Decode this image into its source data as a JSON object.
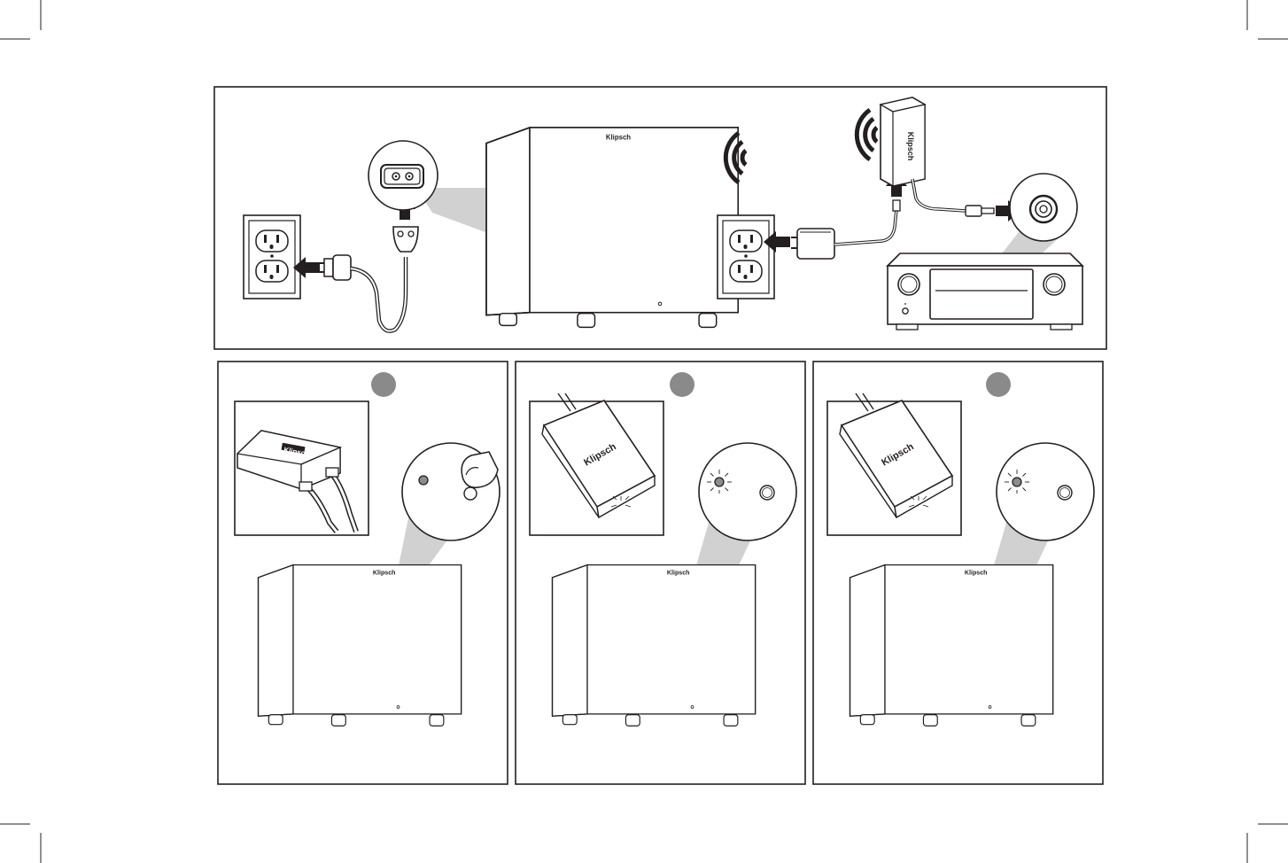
{
  "brand": {
    "logo_text": "Klipsch"
  },
  "colors": {
    "line": "#231f20",
    "face": "#ffffff",
    "shade": "#d9d9d9",
    "zoom_beam": "#d1d1d1",
    "step_badge": "#8a8a8a",
    "led": "#8c8c8c"
  },
  "steps": [
    {
      "icon": "step-1-badge",
      "led_state": "off"
    },
    {
      "icon": "step-2-badge",
      "led_state": "blinking"
    },
    {
      "icon": "step-3-badge",
      "led_state": "blinking"
    }
  ]
}
